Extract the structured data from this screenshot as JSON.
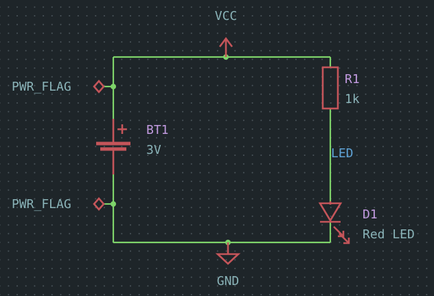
{
  "title": "",
  "power": {
    "vcc_label": "VCC",
    "gnd_label": "GND"
  },
  "flags": {
    "top_label": "PWR_FLAG",
    "bottom_label": "PWR_FLAG"
  },
  "components": {
    "battery": {
      "ref": "BT1",
      "value": "3V",
      "plus": "+"
    },
    "resistor": {
      "ref": "R1",
      "value": "1k"
    },
    "diode": {
      "ref": "D1",
      "value": "Red LED"
    }
  },
  "nets": {
    "led_label": "LED"
  },
  "colors": {
    "background": "#1e2529",
    "wire": "#7ed36a",
    "symbol": "#c4555a",
    "reference": "#c29be0",
    "value_text": "#8ab3b8",
    "net_label": "#5fa3d6"
  }
}
